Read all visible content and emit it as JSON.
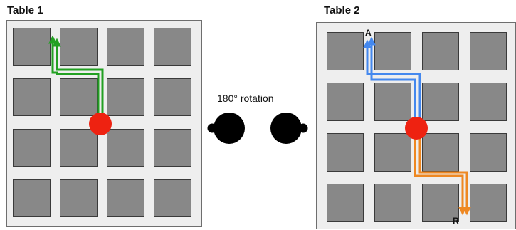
{
  "table1": {
    "title": "Table 1"
  },
  "table2": {
    "title": "Table 2",
    "label_a": "A",
    "label_r": "R"
  },
  "rotation_label": "180° rotation",
  "colors": {
    "panel": "#eeeeee",
    "cell": "#888888",
    "marker": "#ee2211",
    "path_table1": "#22a022",
    "path_table2_blue": "#4488ee",
    "path_table2_orange": "#ee8822",
    "head_icon": "#000000"
  },
  "icons": [
    "head-facing-left-icon",
    "head-facing-right-icon"
  ]
}
